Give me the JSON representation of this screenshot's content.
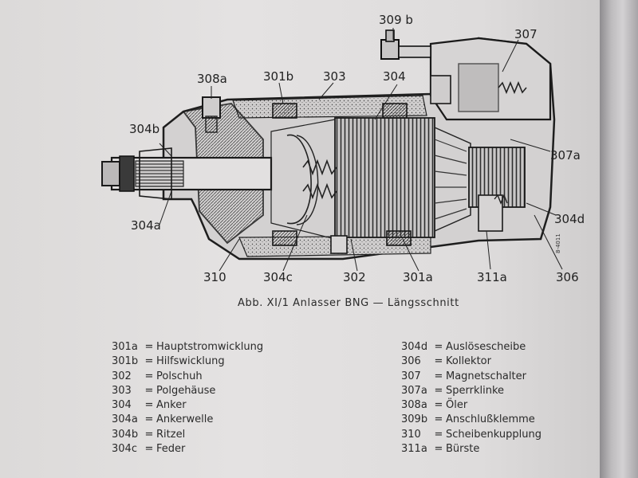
{
  "figure": {
    "labels": {
      "l309b": "309 b",
      "l307": "307",
      "l308a": "308a",
      "l301b": "301b",
      "l303": "303",
      "l304": "304",
      "l304b": "304b",
      "l307a": "307a",
      "l304d": "304d",
      "l304a": "304a",
      "l310": "310",
      "l304c": "304c",
      "l302": "302",
      "l301a": "301a",
      "l311a": "311a",
      "l306": "306",
      "tiny_code": "8-4011"
    },
    "caption": "Abb. XI/1  Anlasser BNG — Längsschnitt"
  },
  "legend_left": [
    {
      "code": "301a",
      "eq": "=",
      "name": "Hauptstromwicklung"
    },
    {
      "code": "301b",
      "eq": "=",
      "name": "Hilfswicklung"
    },
    {
      "code": "302",
      "eq": "=",
      "name": "Polschuh"
    },
    {
      "code": "303",
      "eq": "=",
      "name": "Polgehäuse"
    },
    {
      "code": "304",
      "eq": "=",
      "name": "Anker"
    },
    {
      "code": "304a",
      "eq": "=",
      "name": "Ankerwelle"
    },
    {
      "code": "304b",
      "eq": "=",
      "name": "Ritzel"
    },
    {
      "code": "304c",
      "eq": "=",
      "name": "Feder"
    }
  ],
  "legend_right": [
    {
      "code": "304d",
      "eq": "=",
      "name": "Auslösescheibe"
    },
    {
      "code": "306",
      "eq": "=",
      "name": "Kollektor"
    },
    {
      "code": "307",
      "eq": "=",
      "name": "Magnetschalter"
    },
    {
      "code": "307a",
      "eq": "=",
      "name": "Sperrklinke"
    },
    {
      "code": "308a",
      "eq": "=",
      "name": "Öler"
    },
    {
      "code": "309b",
      "eq": "=",
      "name": "Anschlußklemme"
    },
    {
      "code": "310",
      "eq": "=",
      "name": "Scheibenkupplung"
    },
    {
      "code": "311a",
      "eq": "=",
      "name": "Bürste"
    }
  ]
}
